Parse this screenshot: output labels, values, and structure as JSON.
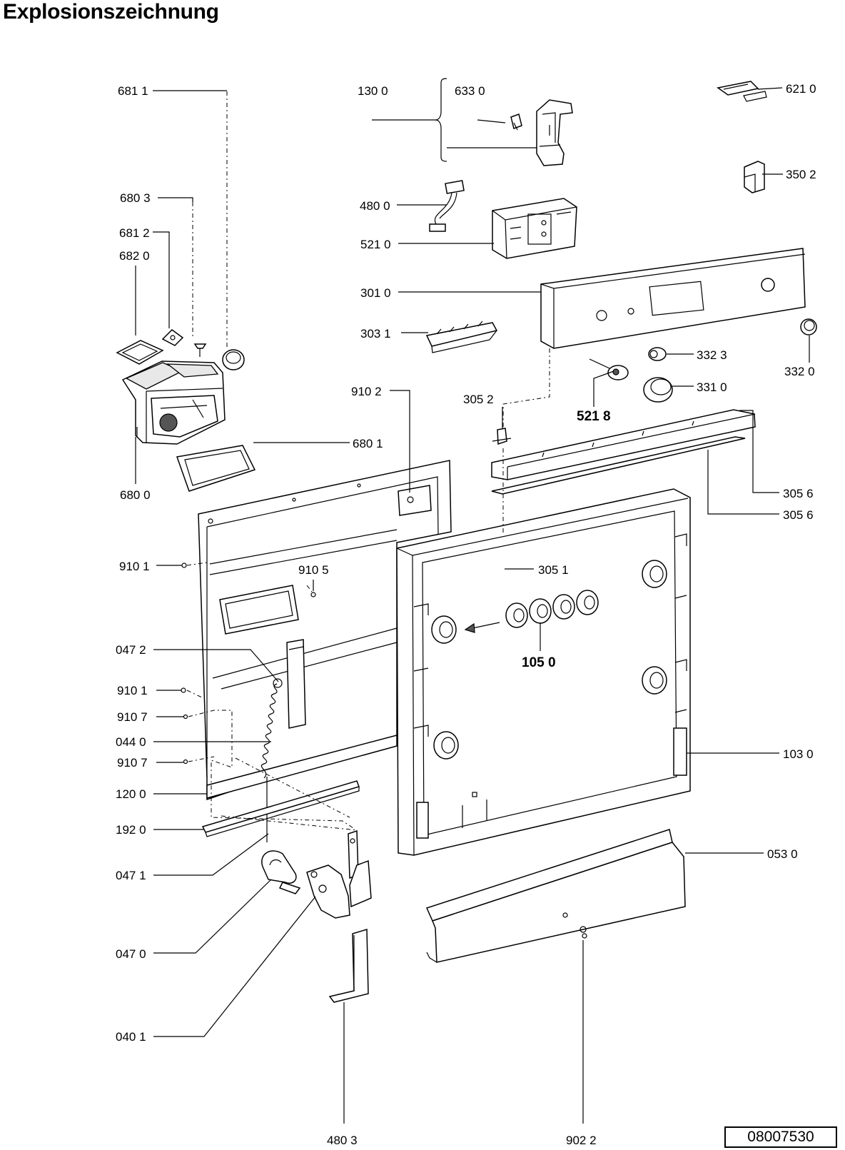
{
  "title": "Explosionszeichnung",
  "document_number": "08007530",
  "labels": {
    "l6811": "681 1",
    "l1300": "130 0",
    "l6330": "633 0",
    "l6210": "621 0",
    "l3502": "350 2",
    "l6803": "680 3",
    "l4800": "480 0",
    "l6812": "681 2",
    "l6820": "682 0",
    "l5210": "521 0",
    "l3010": "301 0",
    "l3031": "303 1",
    "l3320": "332 0",
    "l3323": "332 3",
    "l3310": "331 0",
    "l5218": "521 8",
    "l9102": "910 2",
    "l3052": "305 2",
    "l6801": "680 1",
    "l6800": "680 0",
    "l3056a": "305 6",
    "l3056b": "305 6",
    "l9101a": "910 1",
    "l9105": "910 5",
    "l3051": "305 1",
    "l0472": "047 2",
    "l1050": "105 0",
    "l9101b": "910 1",
    "l9107a": "910 7",
    "l0440": "044 0",
    "l9107b": "910 7",
    "l1030": "103 0",
    "l1200": "120 0",
    "l1920": "192 0",
    "l0530": "053 0",
    "l0471": "047 1",
    "l0470": "047 0",
    "l0401": "040 1",
    "l4803": "480 3",
    "l9022": "902 2"
  }
}
